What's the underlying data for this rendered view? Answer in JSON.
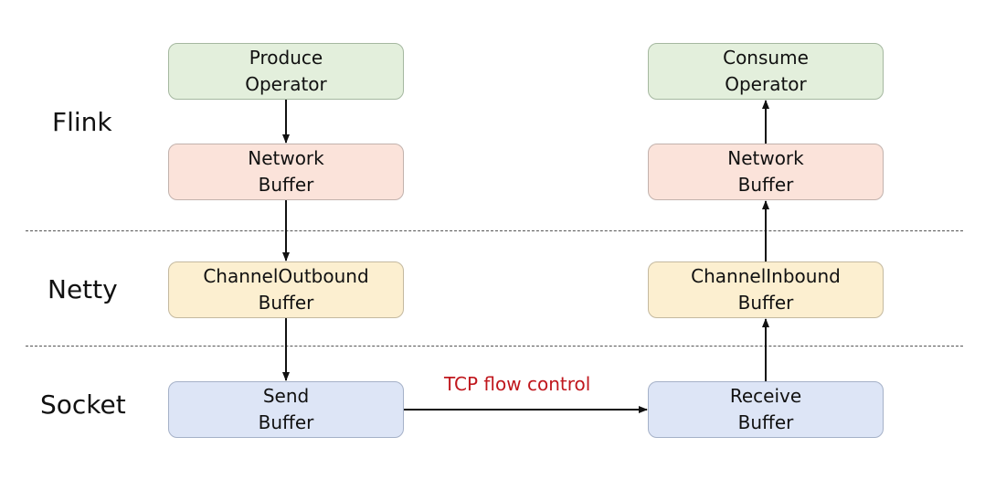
{
  "layers": {
    "flink": "Flink",
    "netty": "Netty",
    "socket": "Socket"
  },
  "sender": {
    "produce_operator": [
      "Produce",
      "Operator"
    ],
    "network_buffer": [
      "Network",
      "Buffer"
    ],
    "channel_outbound_buffer": [
      "ChannelOutbound",
      "Buffer"
    ],
    "send_buffer": [
      "Send",
      "Buffer"
    ]
  },
  "receiver": {
    "consume_operator": [
      "Consume",
      "Operator"
    ],
    "network_buffer": [
      "Network",
      "Buffer"
    ],
    "channel_inbound_buffer": [
      "ChannelInbound",
      "Buffer"
    ],
    "receive_buffer": [
      "Receive",
      "Buffer"
    ]
  },
  "edge_label": "TCP flow control",
  "colors": {
    "operator_fill": "#e3efdc",
    "network_buffer_fill": "#fbe3da",
    "netty_buffer_fill": "#fcefd0",
    "socket_buffer_fill": "#dde5f6",
    "edge_label_color": "#c0171d"
  }
}
